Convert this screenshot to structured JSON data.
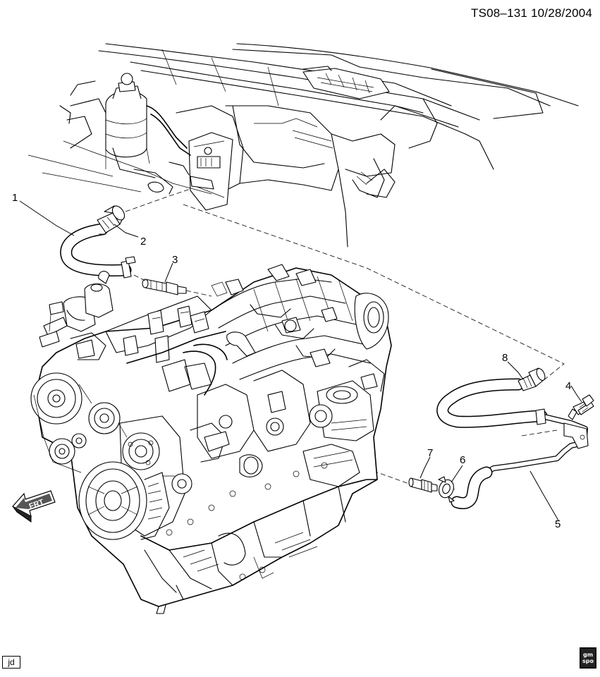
{
  "header": {
    "illustration_code": "TS08–131  10/28/2004"
  },
  "callouts": [
    {
      "id": "1",
      "label": "1"
    },
    {
      "id": "2",
      "label": "2"
    },
    {
      "id": "3",
      "label": "3"
    },
    {
      "id": "4",
      "label": "4"
    },
    {
      "id": "5",
      "label": "5"
    },
    {
      "id": "6",
      "label": "6"
    },
    {
      "id": "7",
      "label": "7"
    },
    {
      "id": "8",
      "label": "8"
    }
  ],
  "front_arrow": {
    "label": "FRT"
  },
  "footer": {
    "artist_initials": "jd",
    "logo": {
      "line1": "gm",
      "line2": "spo"
    }
  }
}
